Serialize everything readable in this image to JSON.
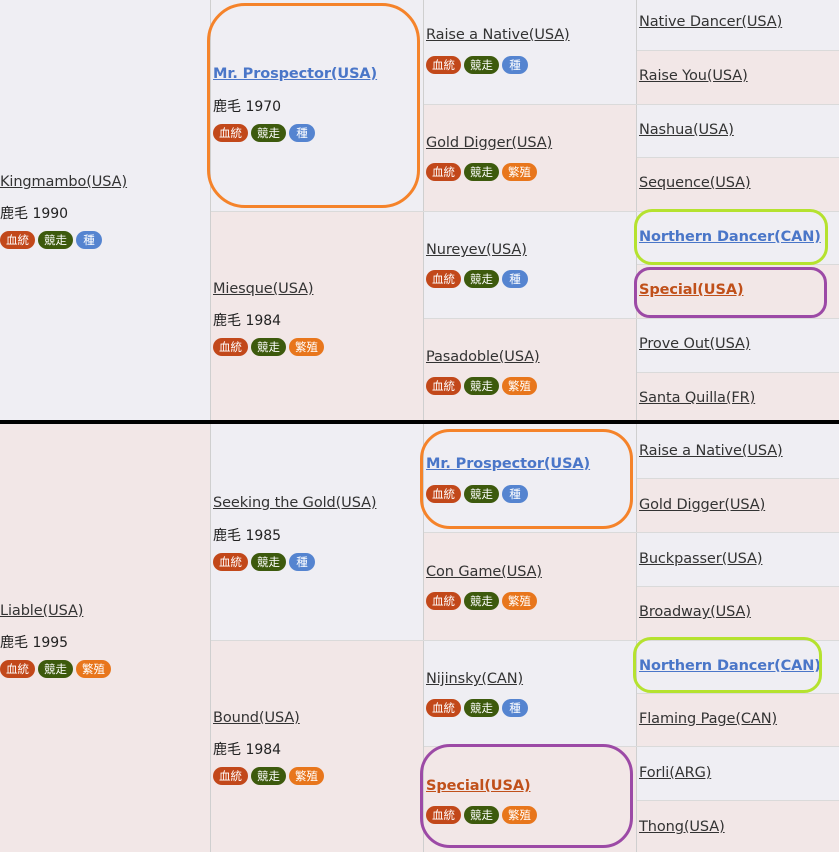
{
  "badge_labels": {
    "blood": "血統",
    "race": "競走",
    "sire": "種",
    "brood": "繁殖"
  },
  "colors": {
    "male_bg": "#efeef3",
    "female_bg": "#f2e7e7",
    "link_blue": "#4a76c8",
    "link_red": "#c0501a",
    "highlight_orange": "#f5832a",
    "highlight_green": "#b5e22f",
    "highlight_purple": "#9c4aa6"
  },
  "gen1": [
    {
      "name": "Kingmambo(USA)",
      "info": "鹿毛 1990"
    },
    {
      "name": "Liable(USA)",
      "info": "鹿毛 1995"
    }
  ],
  "gen2": [
    {
      "name": "Mr. Prospector(USA)",
      "info": "鹿毛 1970"
    },
    {
      "name": "Miesque(USA)",
      "info": "鹿毛 1984"
    },
    {
      "name": "Seeking the Gold(USA)",
      "info": "鹿毛 1985"
    },
    {
      "name": "Bound(USA)",
      "info": "鹿毛 1984"
    }
  ],
  "gen3": [
    {
      "name": "Raise a Native(USA)"
    },
    {
      "name": "Gold Digger(USA)"
    },
    {
      "name": "Nureyev(USA)"
    },
    {
      "name": "Pasadoble(USA)"
    },
    {
      "name": "Mr. Prospector(USA)"
    },
    {
      "name": "Con Game(USA)"
    },
    {
      "name": "Nijinsky(CAN)"
    },
    {
      "name": "Special(USA)"
    }
  ],
  "gen4": [
    {
      "name": "Native Dancer(USA)"
    },
    {
      "name": "Raise You(USA)"
    },
    {
      "name": "Nashua(USA)"
    },
    {
      "name": "Sequence(USA)"
    },
    {
      "name": "Northern Dancer(CAN)"
    },
    {
      "name": "Special(USA)"
    },
    {
      "name": "Prove Out(USA)"
    },
    {
      "name": "Santa Quilla(FR)"
    },
    {
      "name": "Raise a Native(USA)"
    },
    {
      "name": "Gold Digger(USA)"
    },
    {
      "name": "Buckpasser(USA)"
    },
    {
      "name": "Broadway(USA)"
    },
    {
      "name": "Northern Dancer(CAN)"
    },
    {
      "name": "Flaming Page(CAN)"
    },
    {
      "name": "Forli(ARG)"
    },
    {
      "name": "Thong(USA)"
    }
  ]
}
